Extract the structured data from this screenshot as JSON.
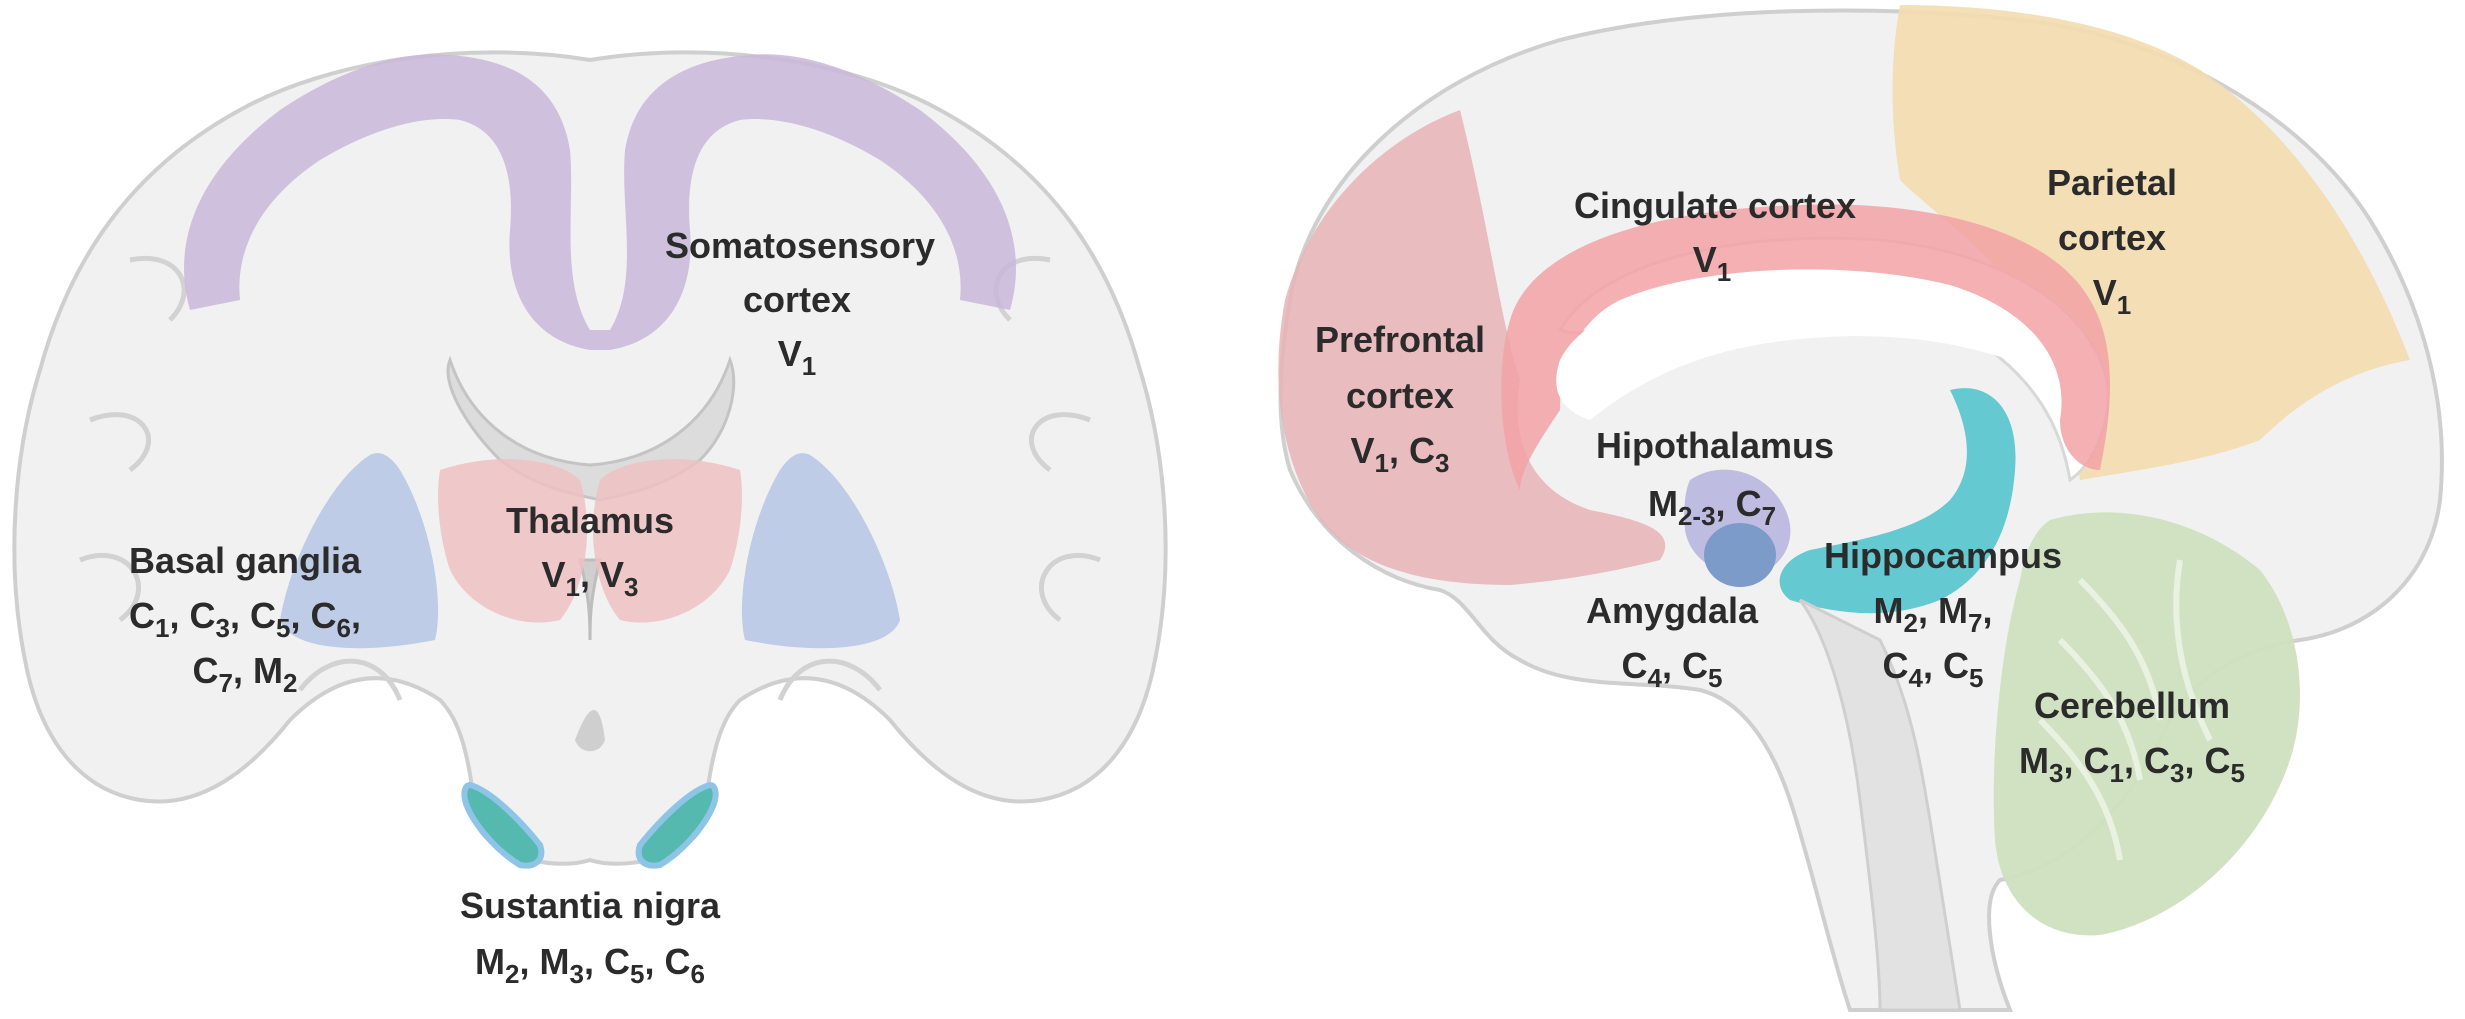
{
  "coronal": {
    "somatosensory": {
      "name_1": "Somatosensory",
      "name_2": "cortex",
      "recv": "V1"
    },
    "thalamus": {
      "name": "Thalamus",
      "recv": "V1, V3"
    },
    "basal_ganglia": {
      "name": "Basal ganglia",
      "recv_1": "C1, C3, C5, C6,",
      "recv_2": "C7, M2"
    },
    "substantia_nigra": {
      "name": "Sustantia nigra",
      "recv": "M2, M3, C5, C6"
    }
  },
  "sagittal": {
    "cingulate": {
      "name": "Cingulate cortex",
      "recv": "V1"
    },
    "parietal": {
      "name_1": "Parietal",
      "name_2": "cortex",
      "recv": "V1"
    },
    "prefrontal": {
      "name_1": "Prefrontal",
      "name_2": "cortex",
      "recv": "V1, C3"
    },
    "hipothalamus": {
      "name": "Hipothalamus",
      "recv": "M2-3, C7"
    },
    "hippocampus": {
      "name": "Hippocampus",
      "recv_1": "M2, M7,",
      "recv_2": "C4, C5"
    },
    "amygdala": {
      "name": "Amygdala",
      "recv": "C4, C5"
    },
    "cerebellum": {
      "name": "Cerebellum",
      "recv": "M3, C1, C3, C5"
    }
  },
  "colors": {
    "cortex_fill": "#f1f1f1",
    "cortex_stroke": "#cfcfcf",
    "somatosensory": "#c9b8da",
    "thalamus": "#efc1c3",
    "basal_ganglia": "#b9c8e6",
    "substantia_nigra": "#55b9b0",
    "cingulate": "#f2a2a6",
    "parietal": "#f3dcae",
    "prefrontal": "#e8b3b6",
    "hipothalamus": "#b8b6de",
    "hippocampus": "#5cc6cf",
    "amygdala": "#7d9bc9",
    "cerebellum": "#cfe0c0"
  }
}
